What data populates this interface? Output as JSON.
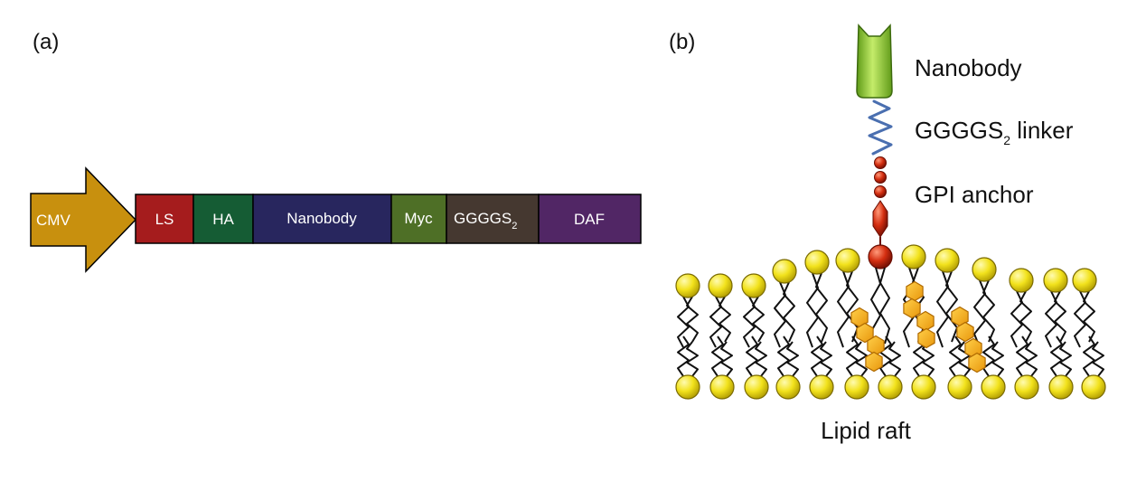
{
  "panel_a": {
    "label": "(a)",
    "promoter": {
      "label": "CMV",
      "color": "#c8900e"
    },
    "segments": [
      {
        "label": "LS",
        "sub": "",
        "color": "#a51c1d"
      },
      {
        "label": "HA",
        "sub": "",
        "color": "#155c34"
      },
      {
        "label": "Nanobody",
        "sub": "",
        "color": "#28265e"
      },
      {
        "label": "Myc",
        "sub": "",
        "color": "#4e6f26"
      },
      {
        "label": "GGGGS",
        "sub": "2",
        "color": "#453830"
      },
      {
        "label": "DAF",
        "sub": "",
        "color": "#512665"
      }
    ]
  },
  "panel_b": {
    "label": "(b)",
    "nanobody_label": "Nanobody",
    "linker_label": "GGGGS",
    "linker_sub": "2",
    "linker_suffix": " linker",
    "gpi_label": "GPI anchor",
    "raft_label": "Lipid raft",
    "colors": {
      "nanobody": "#7ab82a",
      "linker": "#4a6fb0",
      "gpi": "#cc2a10",
      "head": "#f2e21c",
      "cholesterol": "#f4ad1c"
    }
  }
}
